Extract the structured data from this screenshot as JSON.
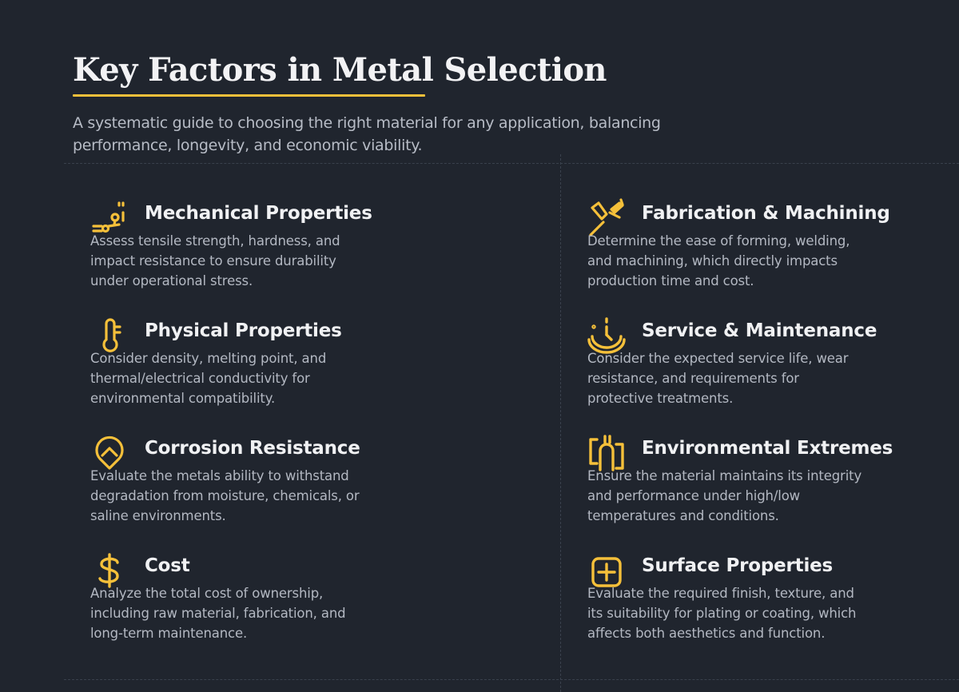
{
  "header": {
    "title": "Key Factors in Metal Selection",
    "subtitle": "A systematic guide to choosing the right material for any application, balancing performance, longevity, and economic viability."
  },
  "colors": {
    "background": "#20252e",
    "accent": "#f5c03a",
    "heading": "#f0f1f3",
    "body_text": "#b3b8c2",
    "divider": "#3a414d"
  },
  "factors": {
    "left": [
      {
        "icon": "sliders-gauge-icon",
        "title": "Mechanical Properties",
        "description": "Assess tensile strength, hardness, and impact resistance to ensure durability under operational stress."
      },
      {
        "icon": "thermometer-icon",
        "title": "Physical Properties",
        "description": "Consider density, melting point, and thermal/electrical conductivity for environmental compatibility."
      },
      {
        "icon": "shield-drop-icon",
        "title": "Corrosion Resistance",
        "description": "Evaluate the metals ability to withstand degradation from moisture, chemicals, or saline environments."
      },
      {
        "icon": "dollar-icon",
        "title": "Cost",
        "description": "Analyze the total cost of ownership, including raw material, fabrication, and long-term maintenance."
      }
    ],
    "right": [
      {
        "icon": "welding-tool-icon",
        "title": "Fabrication & Machining",
        "description": "Determine the ease of forming, welding, and machining, which directly impacts production time and cost."
      },
      {
        "icon": "service-gauge-icon",
        "title": "Service & Maintenance",
        "description": "Consider the expected service life, wear resistance, and requirements for protective treatments."
      },
      {
        "icon": "pipes-icon",
        "title": "Environmental Extremes",
        "description": "Ensure the material maintains its integrity and performance under high/low temperatures and conditions."
      },
      {
        "icon": "plus-square-icon",
        "title": "Surface Properties",
        "description": "Evaluate the required finish, texture, and its suitability for plating or coating, which affects both aesthetics and function."
      }
    ]
  }
}
